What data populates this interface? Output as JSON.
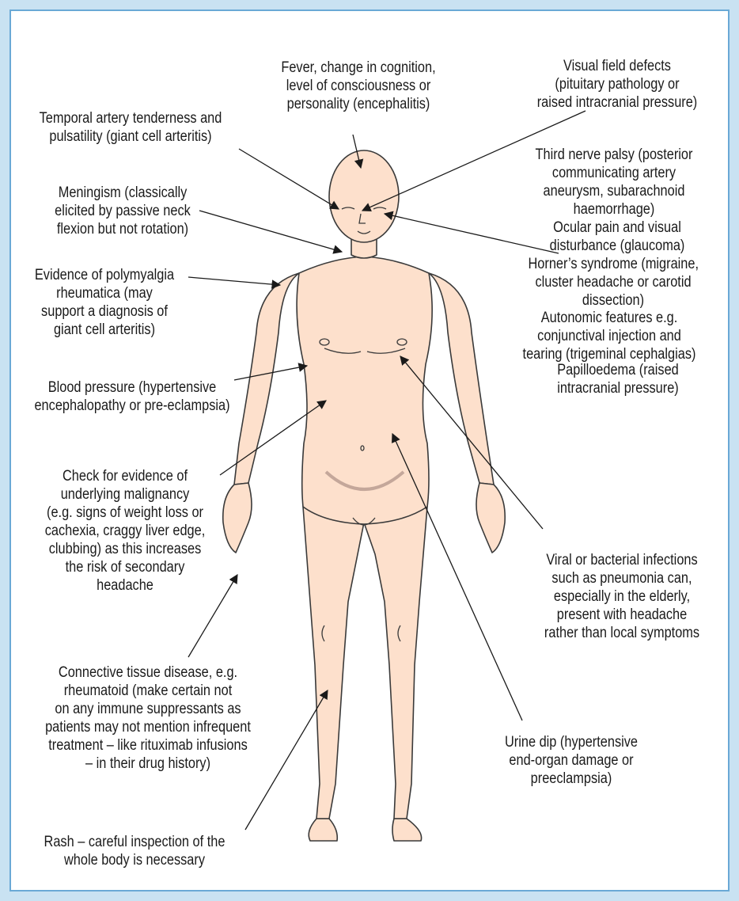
{
  "colors": {
    "background": "#c9e2f2",
    "border": "#6aa9d6",
    "skin": "#fde0cc",
    "outline": "#3a3a3a",
    "shade": "#c4a79a"
  },
  "labels": {
    "fever": [
      "Fever, change in cognition,",
      "level of consciousness or",
      "personality (encephalitis)"
    ],
    "visual_field": [
      "Visual field defects",
      "(pituitary pathology or",
      "raised intracranial pressure)"
    ],
    "temporal": [
      "Temporal artery tenderness and",
      "pulsatility (giant cell arteritis)"
    ],
    "third_nerve": [
      "Third nerve palsy (posterior",
      "communicating artery",
      "aneurysm, subarachnoid",
      "haemorrhage)"
    ],
    "meningism": [
      "Meningism (classically",
      "elicited by passive neck",
      "flexion but not rotation)"
    ],
    "ocular": [
      "Ocular pain and visual",
      "disturbance (glaucoma)"
    ],
    "horner": [
      "Horner’s syndrome (migraine,",
      "cluster headache or carotid",
      "dissection)"
    ],
    "autonomic": [
      "Autonomic features e.g.",
      "conjunctival injection and",
      "tearing (trigeminal cephalgias)"
    ],
    "papilloedema": [
      "Papilloedema (raised",
      "intracranial pressure)"
    ],
    "polymyalgia": [
      "Evidence of polymyalgia",
      "rheumatica (may",
      "support a diagnosis of",
      "giant cell arteritis)"
    ],
    "blood_pressure": [
      "Blood pressure (hypertensive",
      "encephalopathy or pre-eclampsia)"
    ],
    "malignancy": [
      "Check for evidence of",
      "underlying malignancy",
      "(e.g. signs of weight loss or",
      "cachexia, craggy liver edge,",
      "clubbing) as this increases",
      "the risk of secondary",
      "headache"
    ],
    "viral": [
      "Viral or bacterial infections",
      "such as pneumonia can,",
      "especially in the elderly,",
      "present with headache",
      "rather than local symptoms"
    ],
    "connective": [
      "Connective tissue disease, e.g.",
      "rheumatoid (make certain not",
      "on any immune suppressants as",
      "patients may not mention infrequent",
      "treatment – like rituximab infusions",
      "– in their drug history)"
    ],
    "urine": [
      "Urine dip (hypertensive",
      "end-organ damage or",
      "preeclampsia)"
    ],
    "rash": [
      "Rash – careful inspection of the",
      "whole body is necessary"
    ]
  }
}
